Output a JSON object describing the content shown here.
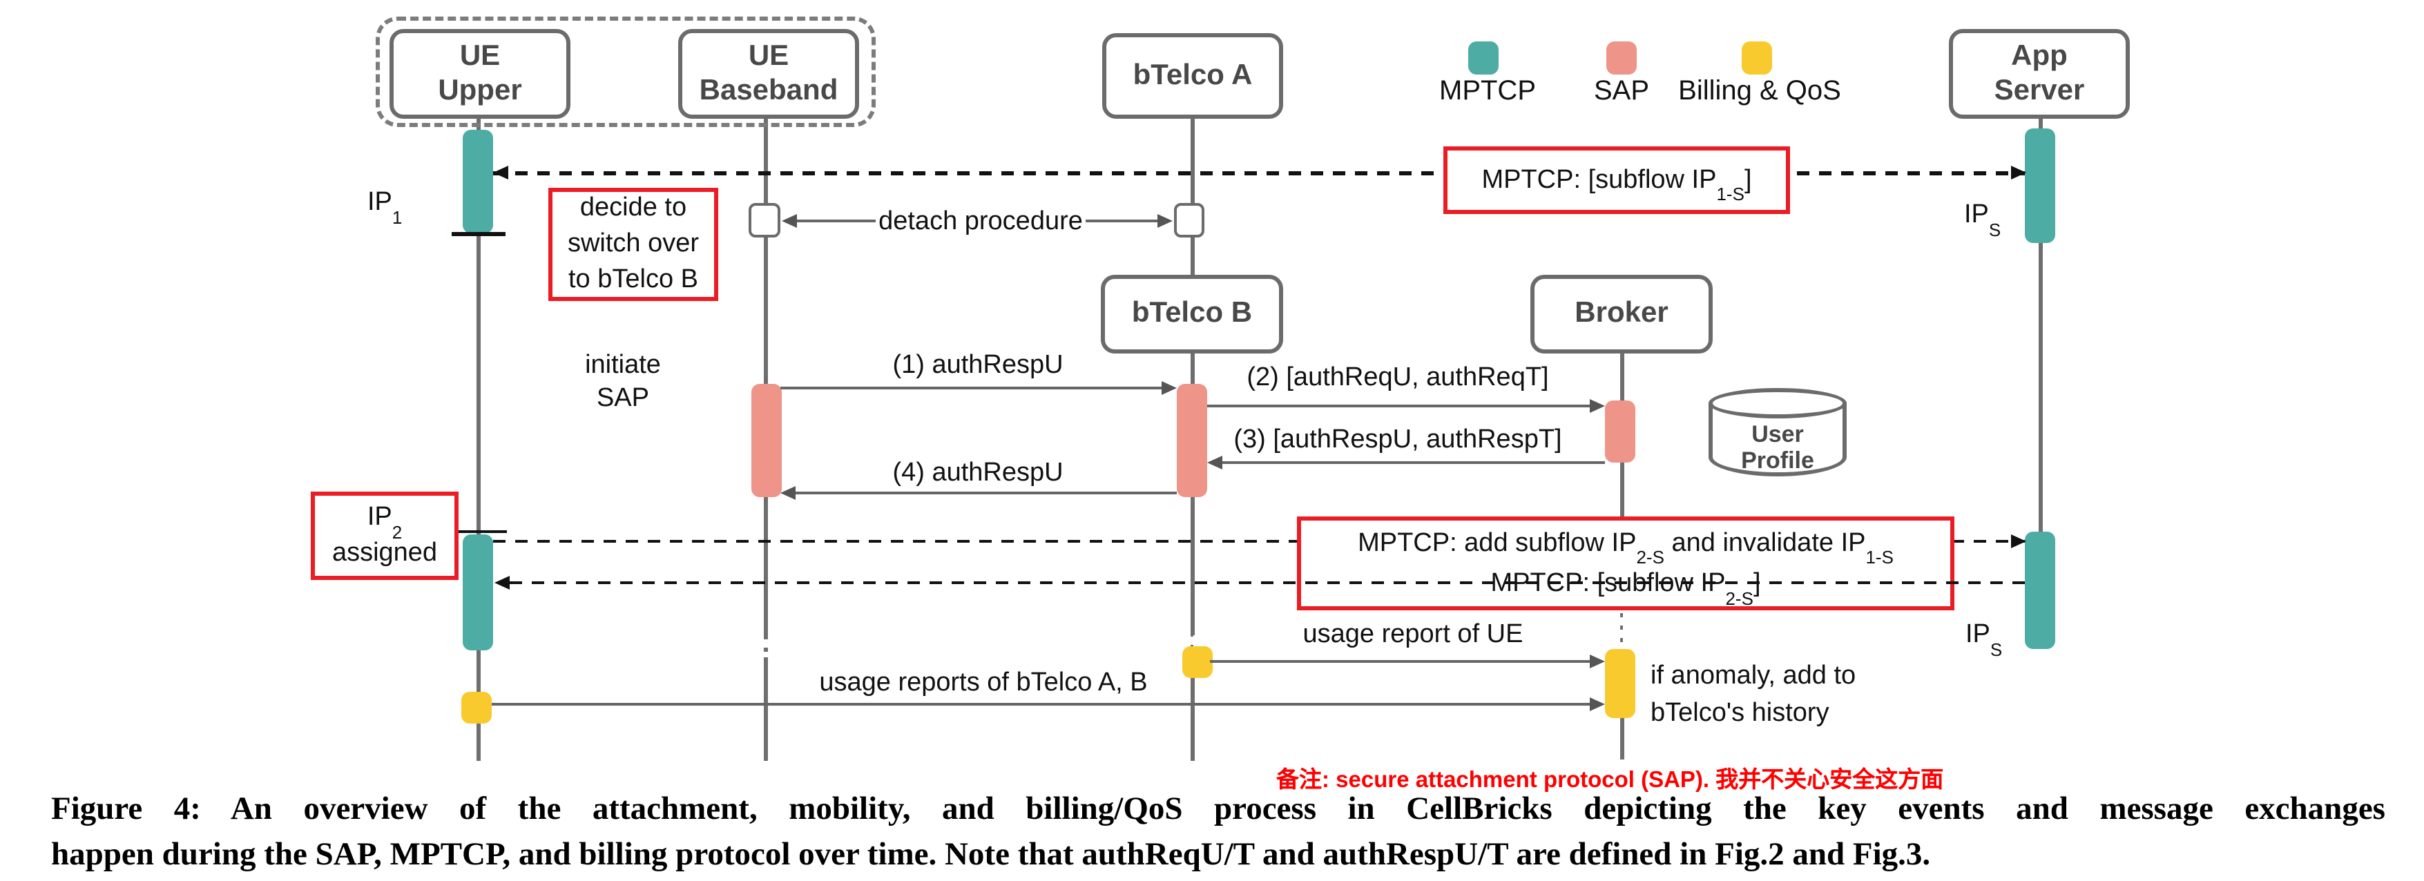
{
  "colors": {
    "teal": "#4DACA3",
    "salmon": "#EE9488",
    "yellow": "#F8CA2E",
    "red": "#EC1C24",
    "gray": "#6E6E6E"
  },
  "legend": {
    "items": [
      {
        "label": "MPTCP",
        "color": "#4DACA3"
      },
      {
        "label": "SAP",
        "color": "#EE9488"
      },
      {
        "label": "Billing & QoS",
        "color": "#F8CA2E"
      }
    ]
  },
  "nodes": {
    "ue_upper": {
      "line1": "UE",
      "line2": "Upper"
    },
    "ue_baseband": {
      "line1": "UE",
      "line2": "Baseband"
    },
    "btelco_a": {
      "line1": "bTelco A"
    },
    "btelco_b": {
      "line1": "bTelco B"
    },
    "broker": {
      "line1": "Broker"
    },
    "app_server": {
      "line1": "App",
      "line2": "Server"
    }
  },
  "ip_labels": {
    "ip1": {
      "base": "IP",
      "sub": "1"
    },
    "ip2": {
      "base": "IP",
      "sub": "2"
    },
    "ips_top": {
      "base": "IP",
      "sub": "S"
    },
    "ips_bottom": {
      "base": "IP",
      "sub": "S"
    }
  },
  "mptcp": {
    "subflow1": {
      "pre": "MPTCP: [subflow IP",
      "sub": "1-S",
      "post": "]"
    },
    "add_invalidate": {
      "pre": "MPTCP: add subflow IP",
      "sub1": "2-S",
      "mid": " and invalidate IP",
      "sub2": "1-S"
    },
    "subflow2": {
      "pre": "MPTCP: [subflow IP",
      "sub": "2-S",
      "post": "]"
    }
  },
  "messages": {
    "m1": "(1) authRespU",
    "m2": "(2) [authReqU, authReqT]",
    "m3": "(3) [authRespU, authRespT]",
    "m4": "(4) authRespU",
    "detach": "detach procedure",
    "usage_ue": "usage report of UE",
    "usage_btelco": "usage reports of bTelco A, B"
  },
  "annotations": {
    "decide": {
      "line1": "decide to",
      "line2": "switch over",
      "line3": "to bTelco B"
    },
    "ip2_assigned_line2": "assigned",
    "initiate": {
      "line1": "initiate",
      "line2": "SAP"
    },
    "anomaly": {
      "line1": "if anomaly, add to",
      "line2": "bTelco's history"
    },
    "user_profile": {
      "line1": "User",
      "line2": "Profile"
    },
    "red_note": "备注: secure attachment protocol (SAP). 我并不关心安全这方面"
  },
  "caption": {
    "line1": "Figure 4: An overview of the attachment, mobility, and billing/QoS process in CellBricks depicting the key events and message exchanges",
    "line2": "happen during the SAP, MPTCP, and billing protocol over time. Note that authReqU/T and authRespU/T are defined in Fig.2 and Fig.3."
  }
}
